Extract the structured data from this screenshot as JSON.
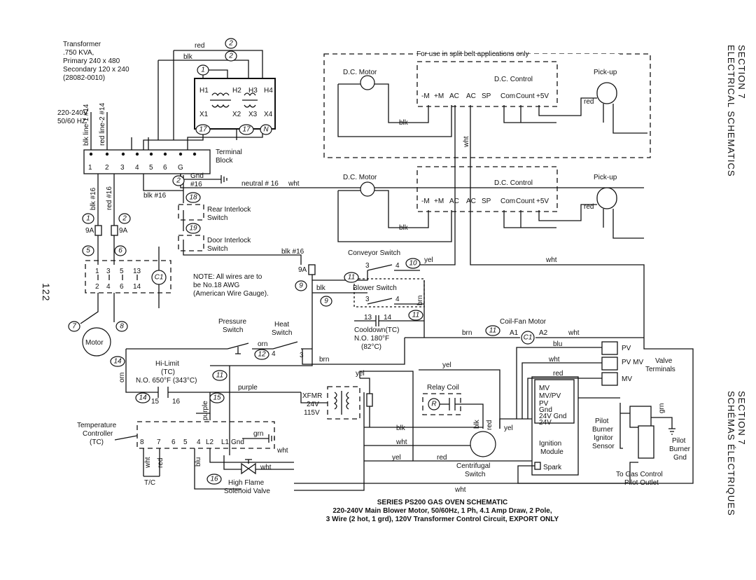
{
  "page_number": "122",
  "section_right_top": {
    "line1": "SECTION 7",
    "line2": "ELECTRICAL SCHEMATICS"
  },
  "section_right_bottom": {
    "line1": "SECTION 7",
    "line2": "SCHÉMAS ÉLECTRIQUES"
  },
  "caption": {
    "line1": "SERIES PS200 GAS OVEN SCHEMATIC",
    "line2": "220-240V Main Blower Motor, 50/60Hz, 1 Ph, 4.1 Amp Draw, 2 Pole,",
    "line3": "3 Wire (2 hot, 1 grd), 120V Transformer Control Circuit, EXPORT ONLY"
  },
  "transformer_info": [
    "Transformer",
    ".750 KVA,",
    "Primary 240 x 480",
    "Secondary 120 x 240",
    "(28082-0010)"
  ],
  "supply": {
    "line1": "220-240V",
    "line2": "50/60 HZ",
    "line1_wire": "blk line-1 #14",
    "line2_wire": "red line-2 #14"
  },
  "terminal_block": {
    "title1": "Terminal",
    "title2": "Block",
    "positions": [
      "1",
      "2",
      "3",
      "4",
      "5",
      "6",
      "G"
    ],
    "gnd": "Gnd",
    "neutral": "neutral # 16",
    "neutral_color": "wht",
    "wire16": "#16"
  },
  "transformer_terminals": {
    "top": [
      "H1",
      "H2",
      "H3",
      "H4"
    ],
    "bottom": [
      "X1",
      "X2",
      "X3",
      "X4"
    ]
  },
  "bubbles": [
    "1",
    "2",
    "5",
    "6",
    "7",
    "8",
    "9",
    "10",
    "11",
    "12",
    "14",
    "15",
    "16",
    "17",
    "18",
    "19",
    "N"
  ],
  "wire_colors": {
    "red": "red",
    "blk": "blk",
    "wht": "wht",
    "brn": "brn",
    "yel": "yel",
    "blu": "blu",
    "orn": "orn",
    "purple": "purple",
    "grn": "grn"
  },
  "wire_tags": {
    "blk16": "blk #16",
    "red16": "red #16"
  },
  "fuse": "9A",
  "split_belt_note": "For use in split belt applications only",
  "dc_motor": "D.C. Motor",
  "dc_control": "D.C. Control",
  "pickup": "Pick-up",
  "dc_terminals": [
    "-M",
    "+M",
    "AC",
    "AC",
    "SP",
    "Com",
    "Count",
    "+5V"
  ],
  "interlocks": {
    "rear1": "Rear Interlock",
    "rear2": "Switch",
    "door1": "Door Interlock",
    "door2": "Switch"
  },
  "contactor_contacts": {
    "top": [
      "1",
      "3",
      "5",
      "13"
    ],
    "bottom": [
      "2",
      "4",
      "6",
      "14"
    ],
    "coil": "C1"
  },
  "motor": "Motor",
  "note": [
    "NOTE: All wires are to",
    "be  No.18 AWG",
    "(American Wire Gauge)."
  ],
  "conveyor_switch": "Conveyor Switch",
  "blower_switch": "Blower Switch",
  "cooldown": {
    "line1": "Cooldown(TC)",
    "line2": "N.O. 180°F",
    "line3": "(82°C)"
  },
  "coil_fan": {
    "title": "Coil-Fan Motor",
    "a1": "A1",
    "a2": "A2"
  },
  "pressure_switch": {
    "line1": "Pressure",
    "line2": "Switch"
  },
  "heat_switch": {
    "line1": "Heat",
    "line2": "Switch"
  },
  "hi_limit": {
    "line1": "Hi-Limit",
    "line2": "(TC)",
    "line3": "N.O. 650°F (343°C)"
  },
  "xfmr": [
    "XFMR",
    "24V",
    "115V"
  ],
  "relay_coil": "Relay Coil",
  "relay_r": "R",
  "valve_terminals": {
    "line1": "Valve",
    "line2": "Terminals",
    "items": [
      "PV",
      "PV MV",
      "MV"
    ]
  },
  "ignition_module": {
    "terms": [
      "MV",
      "MV/PV",
      "PV",
      "Gnd",
      "24V Gnd",
      "24V"
    ],
    "title1": "Ignition",
    "title2": "Module",
    "spark": "Spark"
  },
  "pilot": {
    "burner_ignitor": [
      "Pilot",
      "Burner",
      "Ignitor",
      "Sensor"
    ],
    "burner_gnd": [
      "Pilot",
      "Burner",
      "Gnd"
    ],
    "outlet": [
      "To Gas Control",
      "Pilot Outlet"
    ]
  },
  "centrifugal": [
    "Centrifugal",
    "Switch"
  ],
  "temp_controller": {
    "line1": "Temperature",
    "line2": "Controller",
    "line3": "(TC)",
    "terms": [
      "8",
      "7",
      "6",
      "5",
      "4",
      "L2",
      "L1",
      "Gnd"
    ],
    "tc": "T/C"
  },
  "solenoid": [
    "High Flame",
    "Solenoid Valve"
  ],
  "terminal_nums": {
    "t3": "3",
    "t4": "4",
    "t13": "13",
    "t14": "14",
    "t15": "15",
    "t16": "16"
  }
}
